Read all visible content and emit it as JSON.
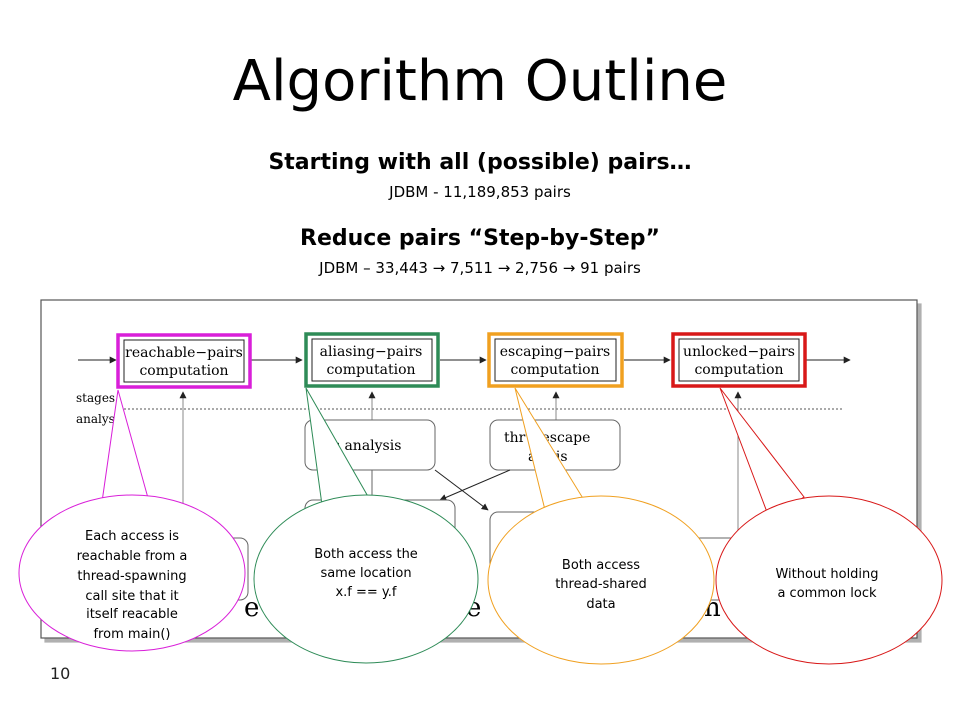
{
  "slide": {
    "title": "Algorithm Outline",
    "section1_heading": "Starting with all (possible) pairs…",
    "section1_detail": "JDBM - 11,189,853 pairs",
    "section2_heading": "Reduce pairs “Step-by-Step”",
    "section2_detail": "JDBM – 33,443  → 7,511  → 2,756  → 91 pairs",
    "slide_number": "10"
  },
  "diagram": {
    "stages": [
      {
        "label_line1": "reachable−pairs",
        "label_line2": "computation",
        "color": "#d91fd9"
      },
      {
        "label_line1": "aliasing−pairs",
        "label_line2": "computation",
        "color": "#2e8b57"
      },
      {
        "label_line1": "escaping−pairs",
        "label_line2": "computation",
        "color": "#f0a020"
      },
      {
        "label_line1": "unlocked−pairs",
        "label_line2": "computation",
        "color": "#d81818"
      }
    ],
    "side_labels": {
      "stages": "stages",
      "analyses": "analys"
    },
    "analyses": {
      "alias": "ias analysis",
      "escape_line1": "thr    −escape",
      "escape_line2": "a   ysis"
    },
    "bottom_fragments": [
      "e",
      "e",
      "n"
    ]
  },
  "callouts": [
    {
      "lines": [
        "Each access is",
        "reachable from a",
        "thread-spawning",
        "call site that it",
        "itself reacable",
        "from main()"
      ],
      "color": "#d91fd9"
    },
    {
      "lines": [
        "Both access the",
        "same location",
        "x.f == y.f"
      ],
      "color": "#2e8b57"
    },
    {
      "lines": [
        "Both access",
        "thread-shared",
        "data"
      ],
      "color": "#f0a020"
    },
    {
      "lines": [
        "Without holding",
        "a common lock"
      ],
      "color": "#d81818"
    }
  ]
}
